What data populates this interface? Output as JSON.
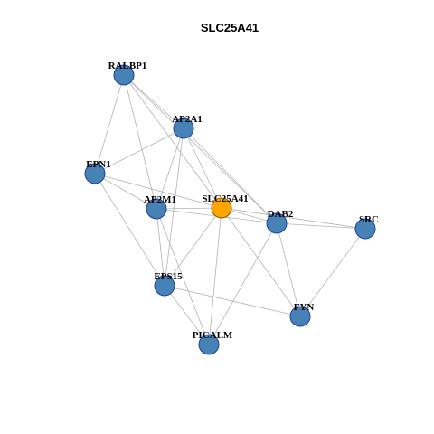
{
  "title": "SLC25A41",
  "colors": {
    "node_fill": "#4682B4",
    "node_stroke": "#1F3FA8",
    "center_fill": "#FFA500",
    "center_stroke": "#8B5A00",
    "edge": "#B3B3B3"
  },
  "nodes": [
    {
      "id": "RALBP1",
      "label": "RALBP1",
      "center": false
    },
    {
      "id": "AP2A1",
      "label": "AP2A1",
      "center": false
    },
    {
      "id": "EPN1",
      "label": "EPN1",
      "center": false
    },
    {
      "id": "AP2M1",
      "label": "AP2M1",
      "center": false
    },
    {
      "id": "SLC25A41",
      "label": "SLC25A41",
      "center": true
    },
    {
      "id": "DAB2",
      "label": "DAB2",
      "center": false
    },
    {
      "id": "SRC",
      "label": "SRC",
      "center": false
    },
    {
      "id": "EPS15",
      "label": "EPS15",
      "center": false
    },
    {
      "id": "FYN",
      "label": "FYN",
      "center": false
    },
    {
      "id": "PICALM",
      "label": "PICALM",
      "center": false
    }
  ],
  "edges": [
    [
      "RALBP1",
      "AP2A1"
    ],
    [
      "RALBP1",
      "EPN1"
    ],
    [
      "RALBP1",
      "AP2M1"
    ],
    [
      "RALBP1",
      "SLC25A41"
    ],
    [
      "RALBP1",
      "DAB2"
    ],
    [
      "AP2A1",
      "EPN1"
    ],
    [
      "AP2A1",
      "AP2M1"
    ],
    [
      "AP2A1",
      "SLC25A41"
    ],
    [
      "AP2A1",
      "DAB2"
    ],
    [
      "AP2A1",
      "EPS15"
    ],
    [
      "EPN1",
      "AP2M1"
    ],
    [
      "EPN1",
      "SLC25A41"
    ],
    [
      "EPN1",
      "EPS15"
    ],
    [
      "AP2M1",
      "SLC25A41"
    ],
    [
      "AP2M1",
      "DAB2"
    ],
    [
      "AP2M1",
      "EPS15"
    ],
    [
      "AP2M1",
      "PICALM"
    ],
    [
      "SLC25A41",
      "DAB2"
    ],
    [
      "SLC25A41",
      "SRC"
    ],
    [
      "SLC25A41",
      "EPS15"
    ],
    [
      "SLC25A41",
      "FYN"
    ],
    [
      "SLC25A41",
      "PICALM"
    ],
    [
      "DAB2",
      "SRC"
    ],
    [
      "DAB2",
      "FYN"
    ],
    [
      "DAB2",
      "PICALM"
    ],
    [
      "SRC",
      "FYN"
    ],
    [
      "EPS15",
      "FYN"
    ],
    [
      "EPS15",
      "PICALM"
    ]
  ]
}
